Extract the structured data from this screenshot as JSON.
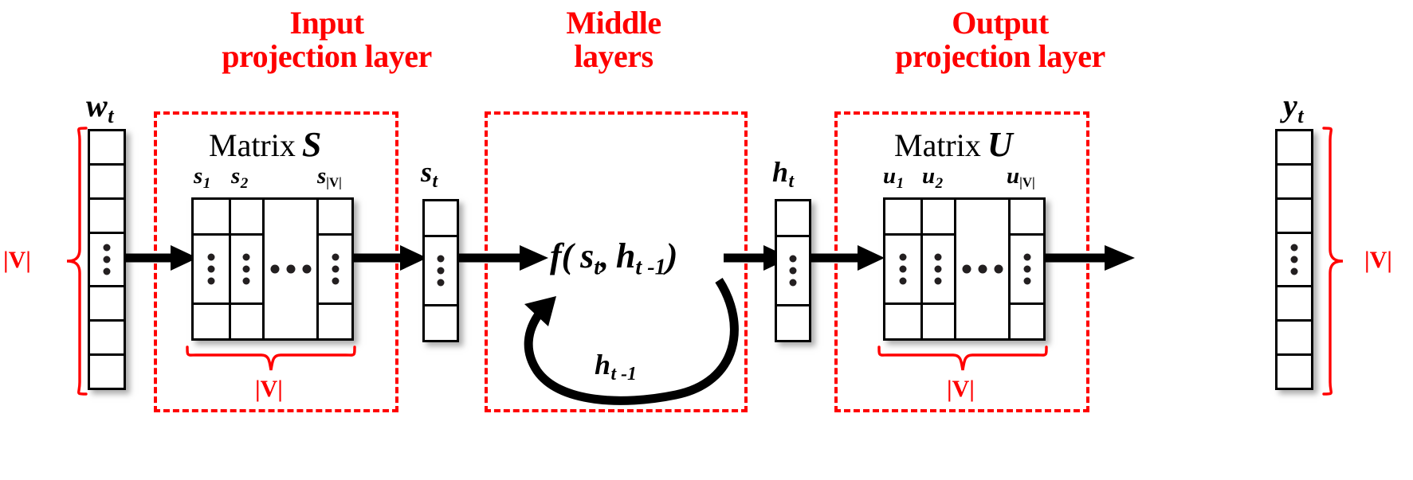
{
  "figure": {
    "title": "Recurrent neural network language model architecture",
    "colors": {
      "accent_red": "#ff0000",
      "ink": "#000000",
      "paper": "#ffffff"
    }
  },
  "headings": [
    {
      "id": "input",
      "text": "Input\nprojection layer"
    },
    {
      "id": "middle",
      "text": "Middle\nlayers"
    },
    {
      "id": "output",
      "text": "Output\nprojection layer"
    }
  ],
  "labels": {
    "w_t": {
      "base": "w",
      "sub": "t"
    },
    "s_t": {
      "base": "s",
      "sub": "t"
    },
    "h_t": {
      "base": "h",
      "sub": "t"
    },
    "y_t": {
      "base": "y",
      "sub": "t"
    },
    "h_prev": {
      "base": "h",
      "sub": "t -1"
    },
    "matrix_s_title": "Matrix",
    "matrix_s_name": "S",
    "matrix_u_title": "Matrix",
    "matrix_u_name": "U",
    "s_col_1": {
      "base": "s",
      "sub": "1"
    },
    "s_col_2": {
      "base": "s",
      "sub": "2"
    },
    "s_col_last": {
      "base": "s",
      "sub": "|V|"
    },
    "u_col_1": {
      "base": "u",
      "sub": "1"
    },
    "u_col_2": {
      "base": "u",
      "sub": "2"
    },
    "u_col_last": {
      "base": "u",
      "sub": "|V|"
    },
    "f_function": {
      "name": "f",
      "open": "(",
      "arg1_base": "s",
      "arg1_sub": "t",
      "comma": ",",
      "arg2_base": "h",
      "arg2_sub": "t -1",
      "close": ")"
    }
  },
  "vocab_braces": [
    {
      "id": "w-left",
      "label": "|V|",
      "orientation": "vertical-left"
    },
    {
      "id": "s-bottom",
      "label": "|V|",
      "orientation": "horizontal-bottom"
    },
    {
      "id": "u-bottom",
      "label": "|V|",
      "orientation": "horizontal-bottom"
    },
    {
      "id": "y-right",
      "label": "|V|",
      "orientation": "vertical-right"
    }
  ],
  "structures": {
    "w_vector": {
      "name": "w_t",
      "cells": 7,
      "ellipsis_cell_index": 3,
      "ellipsis": "vertical"
    },
    "s_matrix": {
      "name": "S",
      "columns": 4,
      "rows": 3,
      "ellipsis_column_index": 2,
      "ellipsis": "horizontal"
    },
    "s_vector": {
      "name": "s_t",
      "cells": 3,
      "ellipsis_cell_index": 1,
      "ellipsis": "vertical"
    },
    "h_vector": {
      "name": "h_t",
      "cells": 3,
      "ellipsis_cell_index": 1,
      "ellipsis": "vertical"
    },
    "u_matrix": {
      "name": "U",
      "columns": 4,
      "rows": 3,
      "ellipsis_column_index": 2,
      "ellipsis": "horizontal"
    },
    "y_vector": {
      "name": "y_t",
      "cells": 7,
      "ellipsis_cell_index": 3,
      "ellipsis": "vertical"
    }
  },
  "flow_arrows": [
    {
      "id": "w-to-s",
      "from": "w_t",
      "to": "matrix_S",
      "direction": "right"
    },
    {
      "id": "s-to-st",
      "from": "matrix_S",
      "to": "s_t",
      "direction": "right"
    },
    {
      "id": "st-to-f",
      "from": "s_t",
      "to": "f_function",
      "direction": "right"
    },
    {
      "id": "f-to-h",
      "from": "f_function",
      "to": "h_t",
      "direction": "right"
    },
    {
      "id": "h-to-u",
      "from": "h_t",
      "to": "matrix_U",
      "direction": "right"
    },
    {
      "id": "u-to-y",
      "from": "matrix_U",
      "to": "y_t",
      "direction": "right"
    },
    {
      "id": "recurrence",
      "from": "f_function",
      "to": "f_function",
      "direction": "loop",
      "label": "h_{t-1}"
    }
  ]
}
